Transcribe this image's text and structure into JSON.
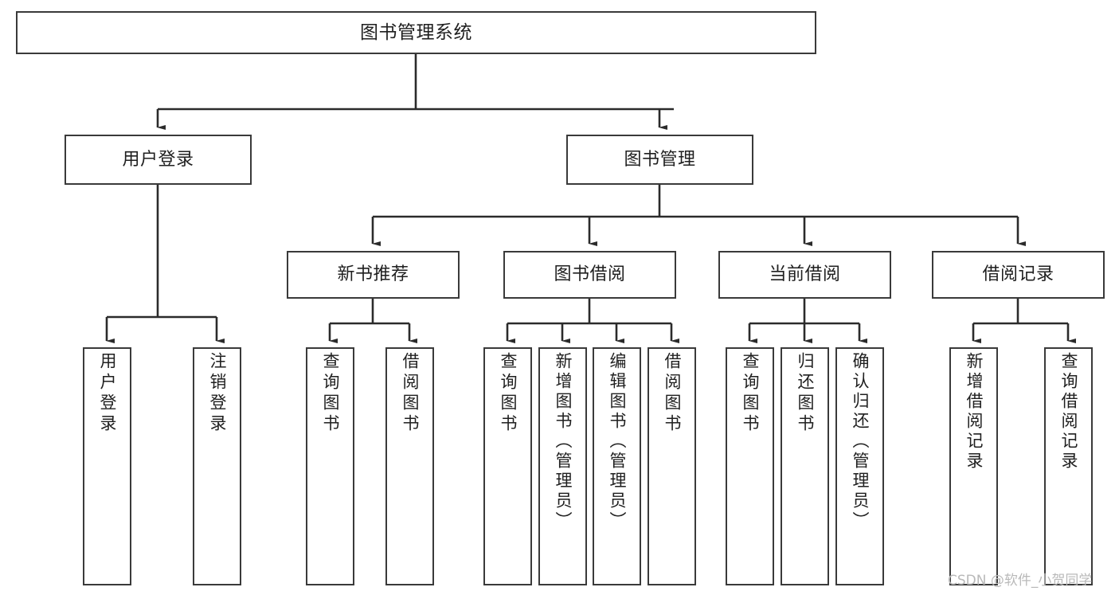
{
  "diagram": {
    "title": "图书管理系统",
    "type": "tree",
    "root": {
      "label": "图书管理系统"
    },
    "level2": [
      {
        "label": "用户登录"
      },
      {
        "label": "图书管理"
      }
    ],
    "level3": [
      {
        "label": "新书推荐"
      },
      {
        "label": "图书借阅"
      },
      {
        "label": "当前借阅"
      },
      {
        "label": "借阅记录"
      }
    ],
    "leaves": [
      {
        "label": "用户登录",
        "parent": "用户登录"
      },
      {
        "label": "注销登录",
        "parent": "用户登录"
      },
      {
        "label": "查询图书",
        "parent": "新书推荐"
      },
      {
        "label": "借阅图书",
        "parent": "新书推荐"
      },
      {
        "label": "查询图书",
        "parent": "图书借阅"
      },
      {
        "label": "新增图书（管理员）",
        "parent": "图书借阅"
      },
      {
        "label": "编辑图书（管理员）",
        "parent": "图书借阅"
      },
      {
        "label": "借阅图书",
        "parent": "图书借阅"
      },
      {
        "label": "查询图书",
        "parent": "当前借阅"
      },
      {
        "label": "归还图书",
        "parent": "当前借阅"
      },
      {
        "label": "确认归还（管理员）",
        "parent": "当前借阅"
      },
      {
        "label": "新增借阅记录",
        "parent": "借阅记录"
      },
      {
        "label": "查询借阅记录",
        "parent": "借阅记录"
      }
    ],
    "colors": {
      "node_border": "#3a3a3a",
      "node_fill": "#ffffff",
      "edge": "#2b2b2b",
      "text": "#1f1f1f",
      "watermark": "#b9b9b9"
    }
  },
  "watermark": {
    "text": "CSDN @软件_小贺同学"
  }
}
